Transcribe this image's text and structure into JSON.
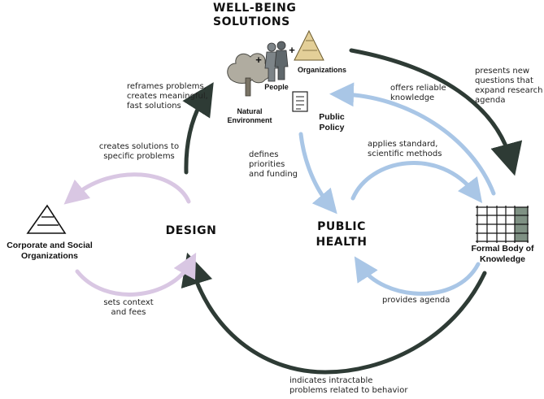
{
  "title": "WELL-BEING\nSOLUTIONS",
  "nodes": {
    "design": "DESIGN",
    "public_health": "PUBLIC\nHEALTH",
    "corporate": "Corporate and Social\nOrganizations",
    "knowledge": "Formal Body of\nKnowledge",
    "natural_environment": "Natural\nEnvironment",
    "people": "People",
    "organizations": "Organizations",
    "public_policy": "Public\nPolicy"
  },
  "edge_labels": {
    "reframes": "reframes problems,\ncreates meaningful,\nfast solutions",
    "creates_solutions": "creates solutions to\nspecific problems",
    "sets_context": "sets context\nand fees",
    "defines_priorities": "defines\npriorities\nand funding",
    "offers_knowledge": "offers reliable\nknowledge",
    "applies_methods": "applies standard,\nscientific methods",
    "presents_questions": "presents new\nquestions that\nexpand research\nagenda",
    "provides_agenda": "provides agenda",
    "indicates_problems": "indicates intractable\nproblems related to behavior"
  },
  "plus_signs": [
    "+",
    "+"
  ],
  "colors": {
    "dark_arrow": "#2e3b35",
    "blue_arrow": "#a9c6e6",
    "lilac_arrow": "#d9c7e3",
    "tree": "#b0aca0",
    "pyramid": "#e3cf98",
    "people": "#7d8488",
    "grid_fill": "#7f9184"
  },
  "icons": [
    "tree-icon",
    "people-icon",
    "pyramid-icon",
    "document-icon",
    "grid-icon"
  ]
}
